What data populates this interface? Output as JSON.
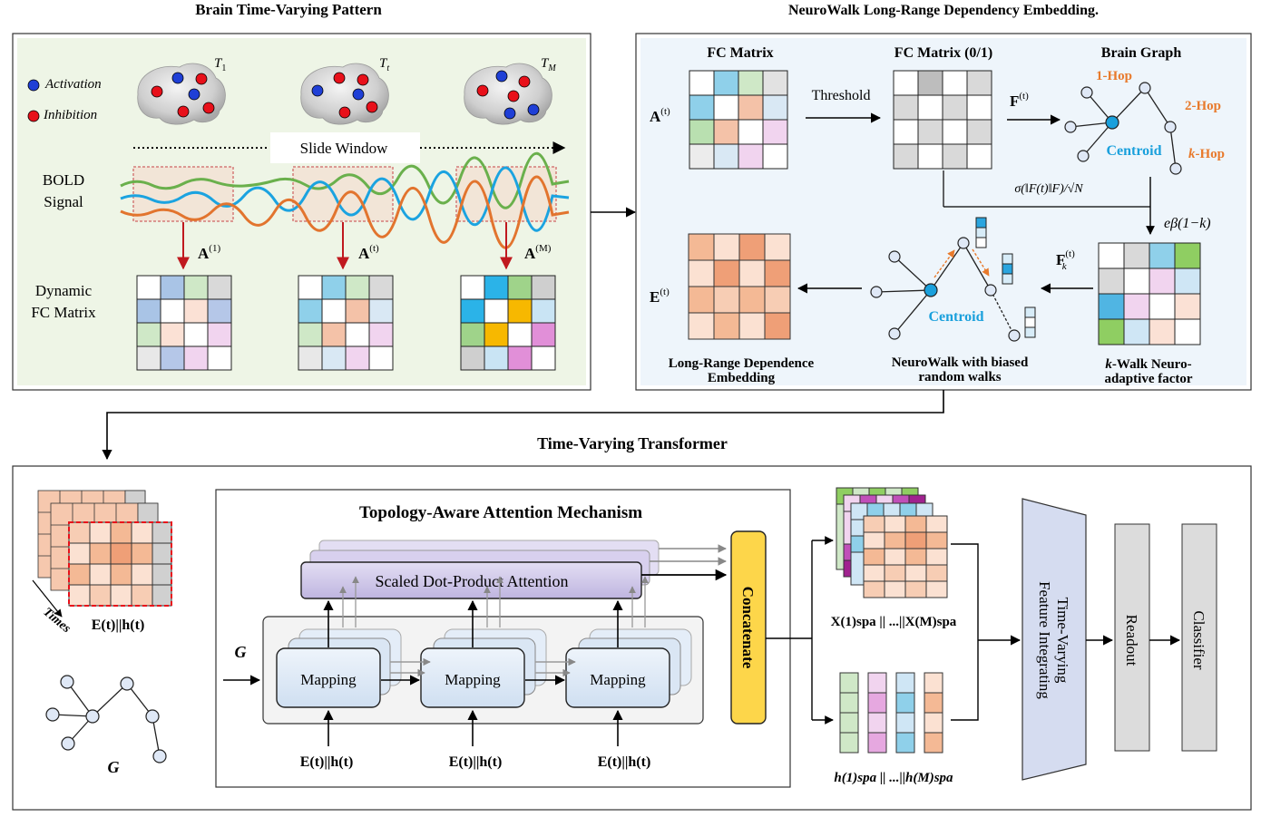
{
  "titles": {
    "panel1": "Brain Time-Varying Pattern",
    "panel2": "NeuroWalk Long-Range Dependency Embedding.",
    "panel3": "Time-Varying Transformer"
  },
  "panel1": {
    "legend_activation": "Activation",
    "legend_inhibition": "Inhibition",
    "time_labels": [
      "T",
      "T",
      "T"
    ],
    "time_subs": [
      "1",
      "t",
      "M"
    ],
    "slide_window": "Slide Window",
    "bold_line1": "BOLD",
    "bold_line2": "Signal",
    "dynamic_line1": "Dynamic",
    "dynamic_line2": "FC Matrix",
    "a_labels": [
      "A",
      "A",
      "A"
    ],
    "a_sups": [
      "(1)",
      "(t)",
      "(M)"
    ]
  },
  "panel2": {
    "fc_matrix": "FC Matrix",
    "fc_matrix_01": "FC Matrix (0/1)",
    "brain_graph": "Brain Graph",
    "threshold": "Threshold",
    "a_label": "A",
    "a_sup": "(t)",
    "f_label": "F",
    "f_sup": "(t)",
    "hop1": "1-Hop",
    "hop2": "2-Hop",
    "hopk": "k",
    "hopk_suffix": "-Hop",
    "centroid": "Centroid",
    "sigma_formula": "σ(‖F(t)‖F)/√N",
    "exp_formula": "eβ(1−k)",
    "fk_label": "F",
    "fk_sub": "k",
    "fk_sup": "(t)",
    "e_label": "E",
    "e_sup": "(t)",
    "lrde_line1": "Long-Range Dependence",
    "lrde_line2": "Embedding",
    "nw_line1": "NeuroWalk with biased",
    "nw_line2": "random walks",
    "kwalk_k": "k",
    "kwalk_line1": "-Walk Neuro-",
    "kwalk_line2": "adaptive factor"
  },
  "panel3": {
    "times": "Times",
    "stack_label": "E(t)||h(t)",
    "graph_g": "G",
    "tam_title": "Topology-Aware Attention Mechanism",
    "sdpa": "Scaled Dot-Product Attention",
    "mapping": [
      "Mapping",
      "Mapping",
      "Mapping"
    ],
    "input_labels": [
      "E(t)||h(t)",
      "E(t)||h(t)",
      "E(t)||h(t)"
    ],
    "g_input": "G",
    "concatenate": "Concatenate",
    "x_label": "X(1)spa || ...||X(M)spa",
    "h_label": "h(1)spa || ...||h(M)spa",
    "tvfi_line1": "Time-Varying",
    "tvfi_line2": "Feature Integrating",
    "readout": "Readout",
    "classifier": "Classifier"
  },
  "colors": {
    "activation": "#1f3fd6",
    "inhibition": "#e8101a",
    "centroid": "#1aa0dc",
    "hop": "#e87a2c",
    "attention": "#c9c1e6",
    "mapping": "#dbe8f6",
    "concatenate": "#fdd64a",
    "tvfi": "#d5dcf0",
    "grey_block": "#dcdcdc"
  }
}
